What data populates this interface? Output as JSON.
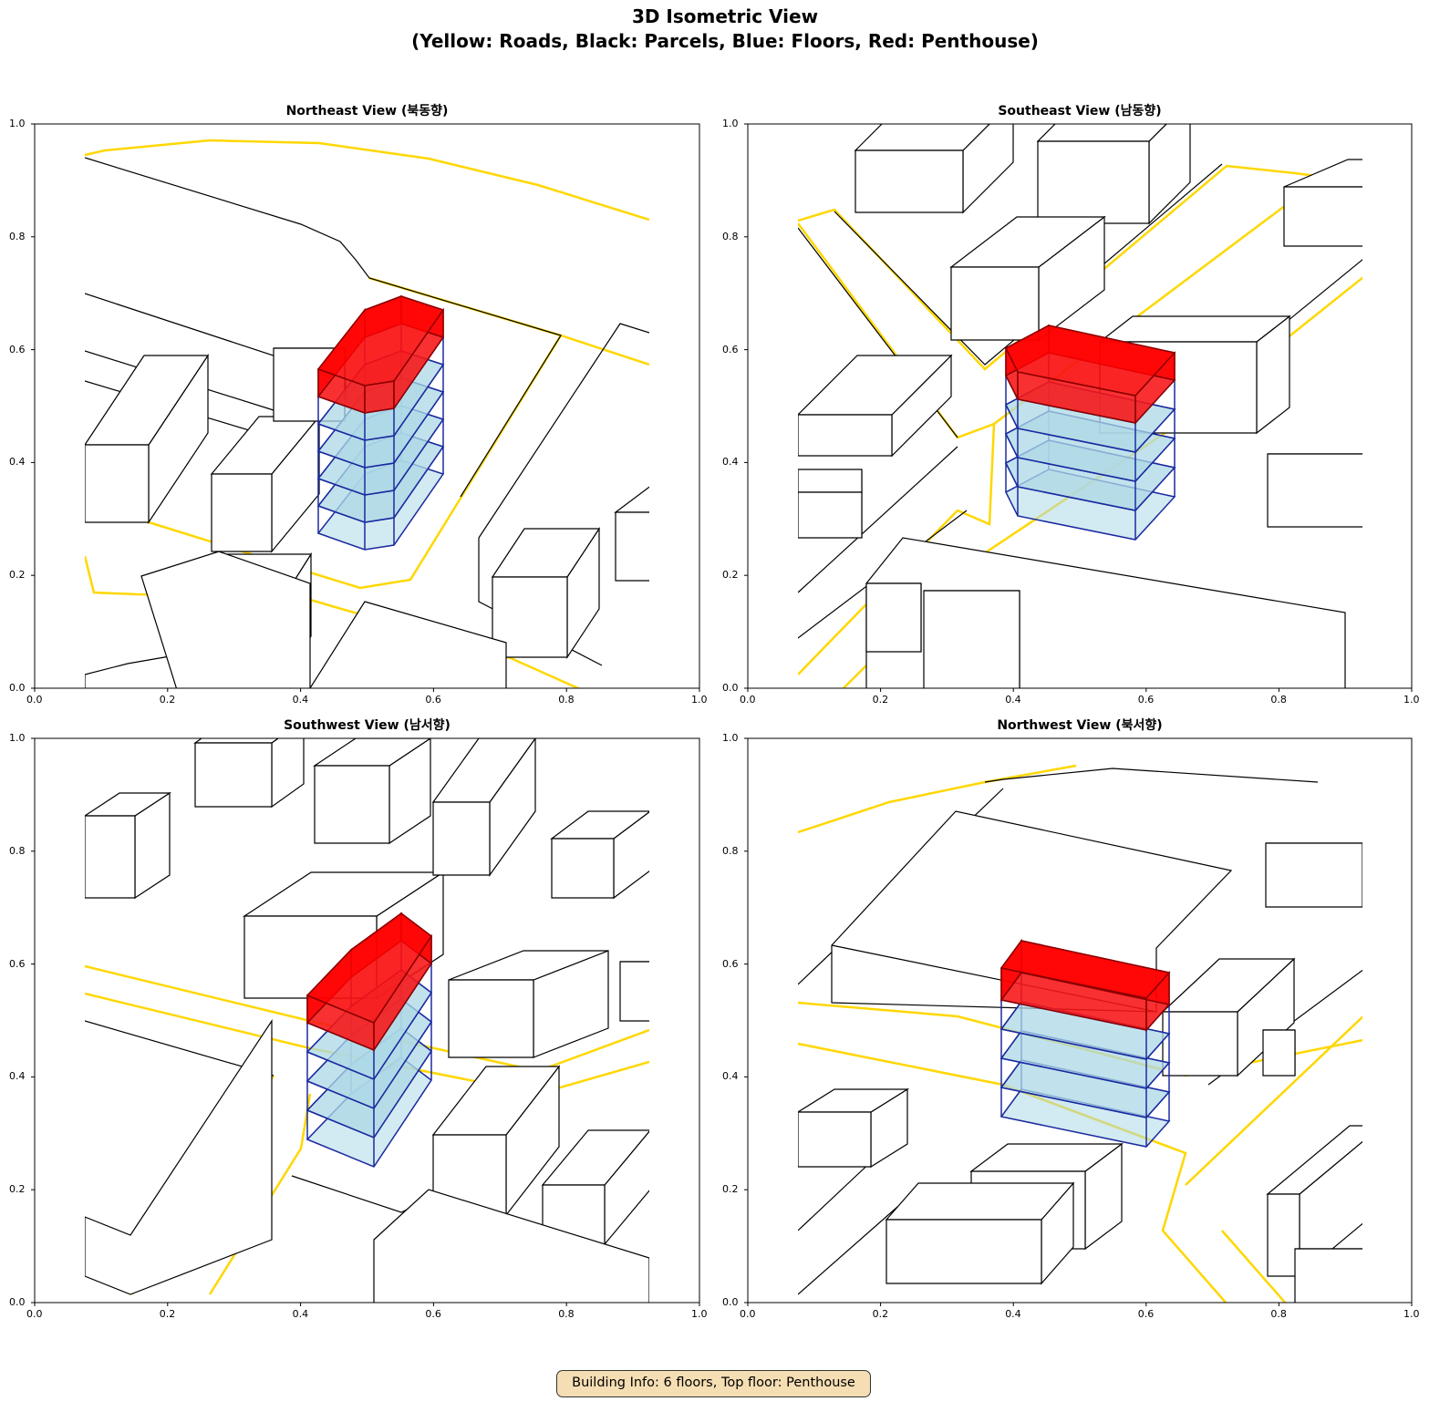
{
  "figure": {
    "title_line1": "3D Isometric View",
    "title_line2": "(Yellow: Roads, Black: Parcels, Blue: Floors, Red: Penthouse)"
  },
  "panels": [
    {
      "title": "Northeast View (북동향)"
    },
    {
      "title": "Southeast View (남동향)"
    },
    {
      "title": "Southwest View (남서향)"
    },
    {
      "title": "Northwest View (북서향)"
    }
  ],
  "axes": {
    "x_ticks": [
      "0.0",
      "0.2",
      "0.4",
      "0.6",
      "0.8",
      "1.0"
    ],
    "y_ticks": [
      "0.0",
      "0.2",
      "0.4",
      "0.6",
      "0.8",
      "1.0"
    ]
  },
  "colors": {
    "road": "#ffd700",
    "parcel": "#000000",
    "floor": "#add8e6",
    "floor_edge": "#1a2aa0",
    "penthouse": "#ff0000"
  },
  "footer": {
    "text": "Building Info: 6 floors, Top floor: Penthouse"
  }
}
